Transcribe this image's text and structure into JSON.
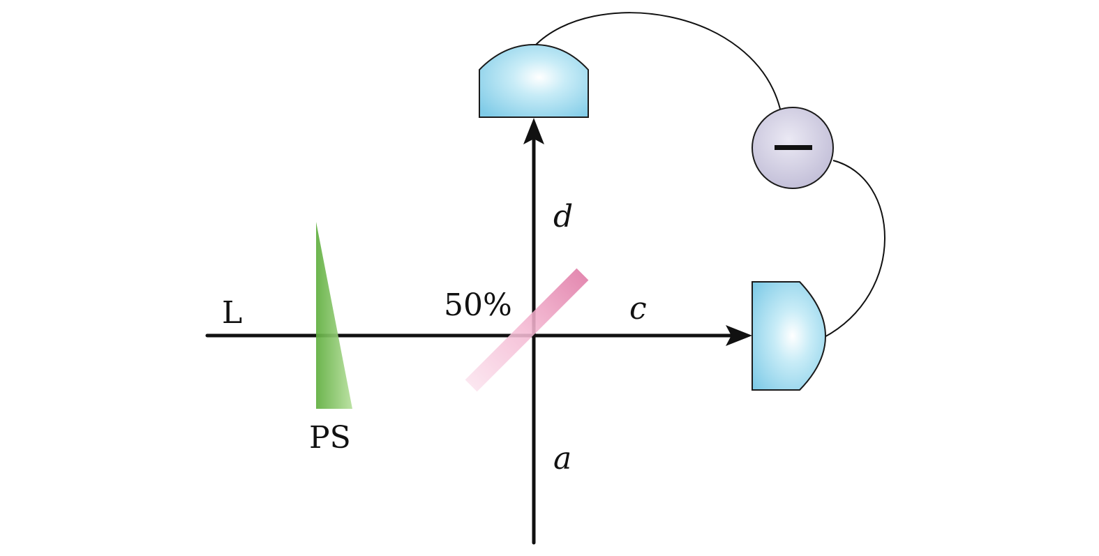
{
  "labels": {
    "input_beam": "L",
    "phase_shifter": "PS",
    "beam_splitter_ratio": "50%",
    "port_c": "c",
    "port_d": "d",
    "port_a": "a",
    "subtractor_symbol": "−"
  },
  "colors": {
    "beam": "#111111",
    "detector_fill": "#8fd3ec",
    "detector_highlight": "#ffffff",
    "beam_splitter": "#e07aa6",
    "phase_shifter": "#6ab84a",
    "subtractor_fill": "#c9c6dc"
  }
}
